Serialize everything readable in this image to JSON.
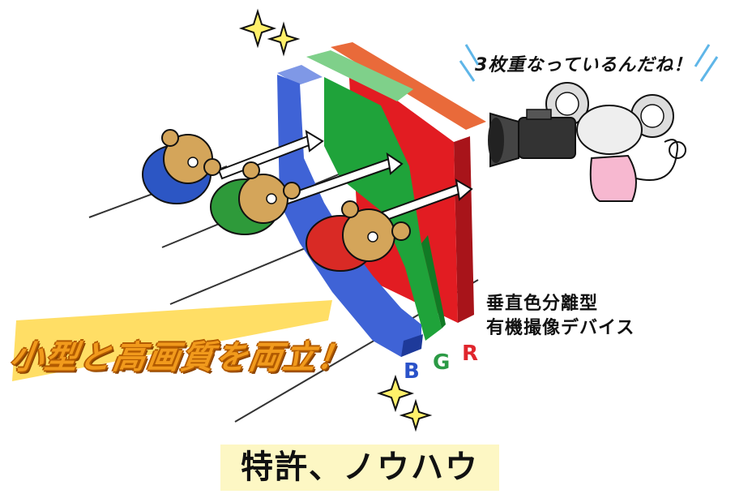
{
  "speech_bubble": "3枚重なっているんだね！",
  "device_label": [
    "垂直色分離型",
    "有機撮像デバイス"
  ],
  "layer_letters": {
    "b": "B",
    "g": "G",
    "r": "R"
  },
  "slogan": "小型と高画質を両立！",
  "footer_caption": "特許、ノウハウ",
  "colors": {
    "blue_layer": "#3f63d6",
    "green_layer": "#1fa33a",
    "red_layer": "#e21c22",
    "slogan_orange": "#f19a1c",
    "footer_bg": "#fdf7c4"
  },
  "icons": [
    "sparkle-icon",
    "bear-character",
    "mouse-cameraman",
    "video-camera",
    "light-arrow"
  ]
}
